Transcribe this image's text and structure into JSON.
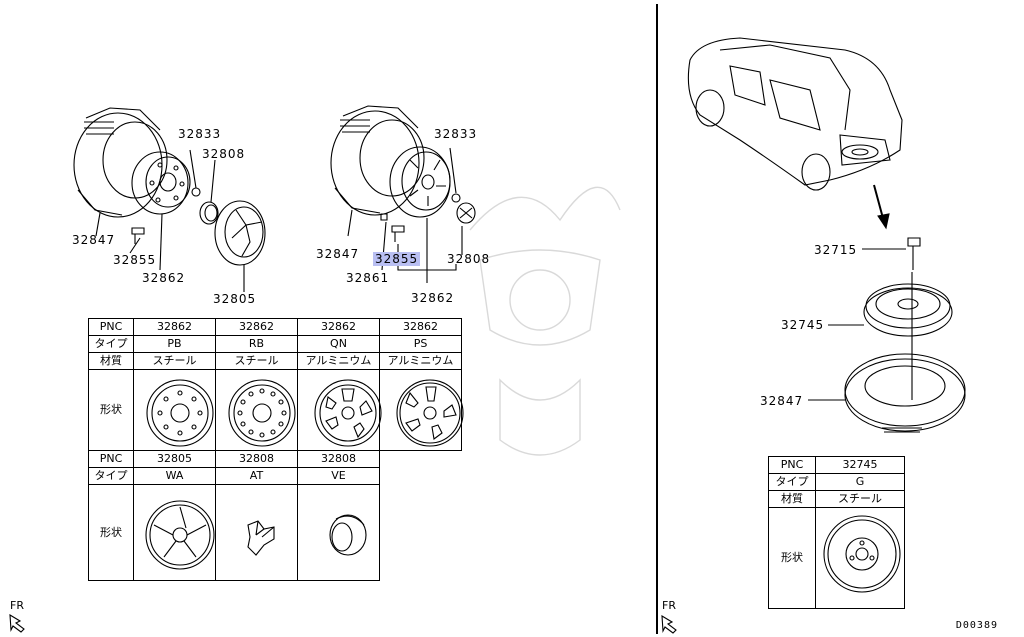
{
  "left_assembly": {
    "steel_wheel": {
      "tire": "32847",
      "nut": "32833",
      "cap": "32808",
      "wheel": "32862",
      "bolt": "32855",
      "cover": "32805"
    },
    "alloy_wheel": {
      "tire": "32847",
      "nut": "32833",
      "cap": "32808",
      "bolt": "32855",
      "valve": "32861",
      "wheel": "32862"
    }
  },
  "wheel_table": {
    "row_labels": {
      "pnc": "PNC",
      "type": "タイプ",
      "material": "材質",
      "shape": "形状"
    },
    "columns": [
      {
        "pnc": "32862",
        "type": "PB",
        "material": "スチール",
        "shape_icon": "steel-wheel-icon"
      },
      {
        "pnc": "32862",
        "type": "RB",
        "material": "スチール",
        "shape_icon": "steel-wheel-icon"
      },
      {
        "pnc": "32862",
        "type": "QN",
        "material": "アルミニウム",
        "shape_icon": "alloy-wheel-icon"
      },
      {
        "pnc": "32862",
        "type": "PS",
        "material": "アルミニウム",
        "shape_icon": "alloy-wheel-icon"
      }
    ]
  },
  "accessory_table": {
    "row_labels": {
      "pnc": "PNC",
      "type": "タイプ",
      "shape": "形状"
    },
    "columns": [
      {
        "pnc": "32805",
        "type": "WA",
        "shape_icon": "wheel-cover-icon"
      },
      {
        "pnc": "32808",
        "type": "AT",
        "shape_icon": "center-cap-icon"
      },
      {
        "pnc": "32808",
        "type": "VE",
        "shape_icon": "ring-cap-icon"
      }
    ]
  },
  "spare_assembly": {
    "bolt": "32715",
    "wheel": "32745",
    "tire": "32847"
  },
  "spare_table": {
    "row_labels": {
      "pnc": "PNC",
      "type": "タイプ",
      "material": "材質",
      "shape": "形状"
    },
    "pnc": "32745",
    "type": "G",
    "material": "スチール",
    "shape_icon": "spare-wheel-icon"
  },
  "fr_label": "FR",
  "doc_id": "D00389"
}
